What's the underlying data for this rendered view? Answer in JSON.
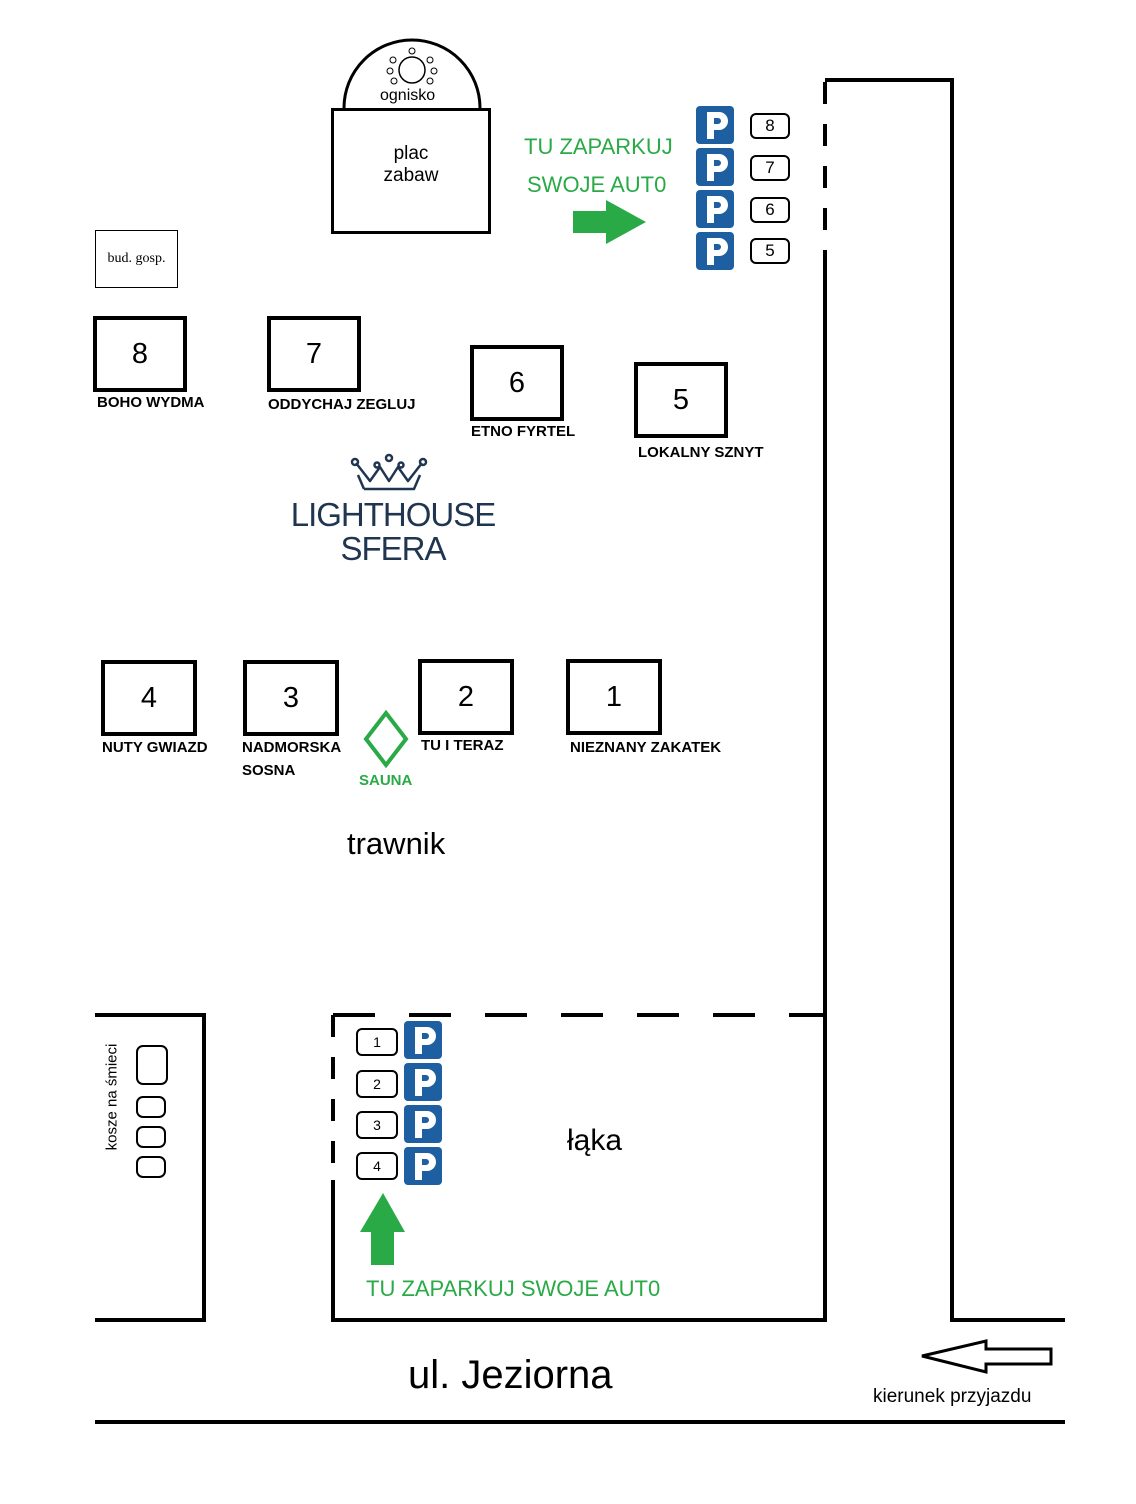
{
  "campfire": {
    "label": "ognisko"
  },
  "playground": {
    "label_line1": "plac",
    "label_line2": "zabaw"
  },
  "utility_building": {
    "label": "bud. gosp."
  },
  "logo": {
    "line1": "LIGHTHOUSE",
    "line2": "SFERA"
  },
  "cabins": [
    {
      "number": "8",
      "name": "BOHO WYDMA"
    },
    {
      "number": "7",
      "name": "ODDYCHAJ ZEGLUJ"
    },
    {
      "number": "6",
      "name": "ETNO FYRTEL"
    },
    {
      "number": "5",
      "name": "LOKALNY SZNYT"
    },
    {
      "number": "4",
      "name": "NUTY GWIAZD"
    },
    {
      "number": "3",
      "name_line1": "NADMORSKA",
      "name_line2": "SOSNA"
    },
    {
      "number": "2",
      "name": "TU I TERAZ"
    },
    {
      "number": "1",
      "name": "NIEZNANY ZAKATEK"
    }
  ],
  "sauna": {
    "label": "SAUNA"
  },
  "lawn": {
    "label": "trawnik"
  },
  "meadow": {
    "label": "łąka"
  },
  "trash": {
    "label": "kosze na śmieci"
  },
  "parking_top": {
    "text_line1": "TU ZAPARKUJ",
    "text_line2": "SWOJE AUT0",
    "slots": [
      "8",
      "7",
      "6",
      "5"
    ]
  },
  "parking_bottom": {
    "text": "TU ZAPARKUJ SWOJE AUT0",
    "slots": [
      "1",
      "2",
      "3",
      "4"
    ]
  },
  "street": {
    "label": "ul. Jeziorna"
  },
  "direction": {
    "label": "kierunek przyjazdu"
  },
  "colors": {
    "parking_blue": "#1d5fa0",
    "green": "#2aaa47",
    "logo_navy": "#1f3550"
  }
}
